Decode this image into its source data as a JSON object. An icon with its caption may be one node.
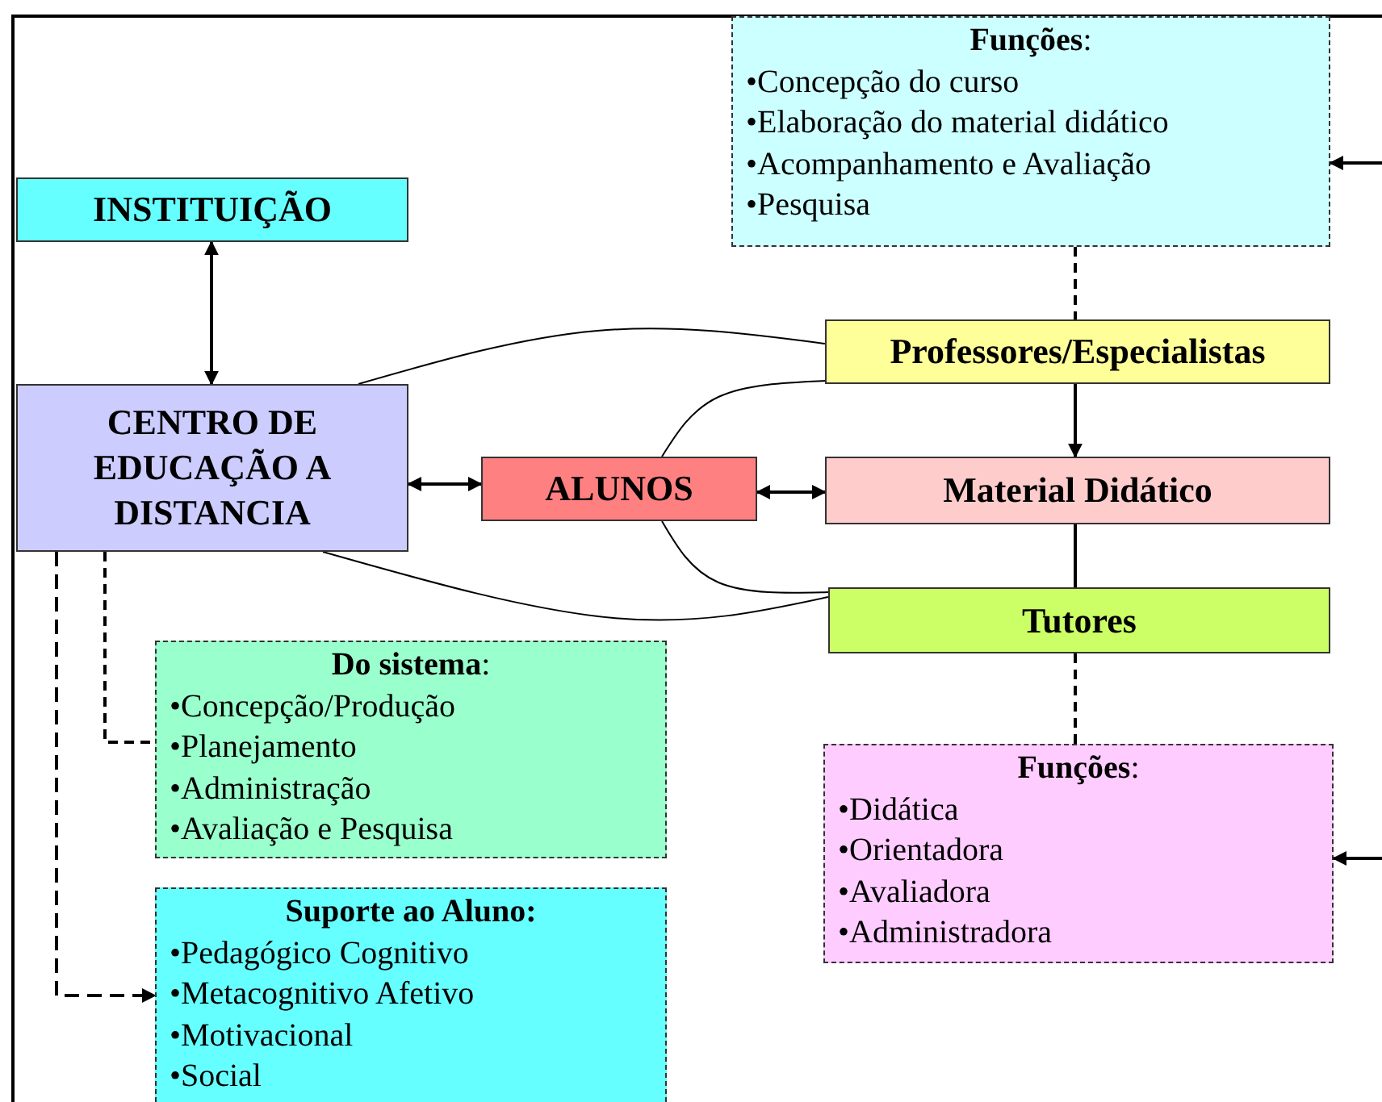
{
  "diagram": {
    "nodes": [
      {
        "text": [
          "INSTITUIÇÃO"
        ]
      },
      {
        "text": [
          "CENTRO DE EDUCAÇÃO A DISTANCIA"
        ]
      },
      {
        "text": [
          "ALUNOS"
        ]
      },
      {
        "text": [
          "**Funções**:",
          "•Concepção do curso",
          "•Elaboração do material didático",
          "•Acompanhamento e Avaliação",
          "•Pesquisa"
        ]
      },
      {
        "text": [
          "Professores/Especialistas"
        ]
      },
      {
        "text": [
          "Material Didático"
        ]
      },
      {
        "text": [
          "Tutores"
        ]
      },
      {
        "text": [
          "**Do sistema**:",
          "•Concepção/Produção",
          "•Planejamento",
          "•Administração",
          "•Avaliação e Pesquisa"
        ]
      },
      {
        "text": [
          "Suporte ao Aluno:",
          "•Pedagógico Cognitivo",
          "•Metacognitivo Afetivo",
          "•Motivacional",
          "•Social"
        ]
      },
      {
        "text": [
          "**Funções**:",
          "•Didática",
          "•Orientadora",
          "•Avaliadora",
          "•Administradora"
        ]
      }
    ],
    "edges": [
      {
        "from": 0,
        "to": 1,
        "arrow": "both"
      },
      {
        "from": 1,
        "to": 2,
        "arrow": "both"
      },
      {
        "from": 2,
        "to": 5,
        "arrow": "both"
      },
      {
        "from": 4,
        "to": 5,
        "arrow": "to"
      },
      {
        "from": 5,
        "to": 6,
        "arrow": "none"
      },
      {
        "from": 3,
        "to": 4,
        "arrow": "none",
        "style": "dashed"
      },
      {
        "from": 6,
        "to": 9,
        "arrow": "none",
        "style": "dashed"
      },
      {
        "from": 1,
        "to": 7,
        "arrow": "none",
        "style": "dashed"
      },
      {
        "from": 1,
        "to": 8,
        "arrow": "to",
        "style": "dashed"
      },
      {
        "from": null,
        "to": 3,
        "arrow": "to"
      },
      {
        "from": null,
        "to": 9,
        "arrow": "to"
      },
      {
        "from": 1,
        "to": 4,
        "arrow": "none"
      },
      {
        "from": 1,
        "to": 6,
        "arrow": "none"
      },
      {
        "from": 2,
        "to": 4,
        "arrow": "none"
      },
      {
        "from": 2,
        "to": 6,
        "arrow": "none"
      }
    ]
  }
}
